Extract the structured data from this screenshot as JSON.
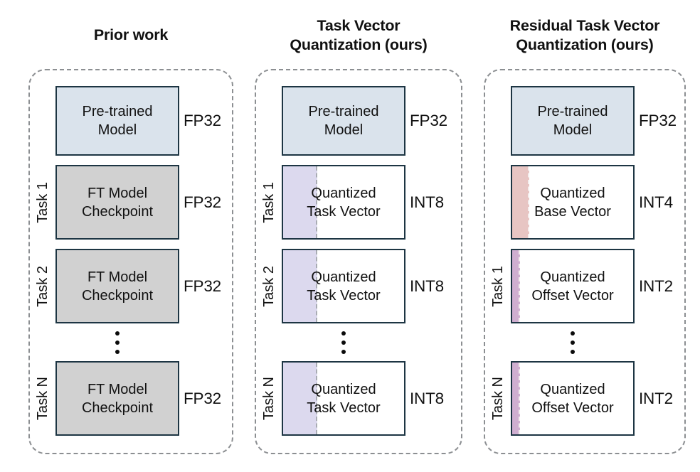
{
  "colors": {
    "text": "#111111",
    "box_border": "#1d3543",
    "pretrained_fill": "#dae3ec",
    "checkpoint_fill": "#d1d1d1",
    "task_vector_strip": "#dcd9ee",
    "base_vector_strip": "#e7c5c3",
    "offset_vector_strip": "#cfaed0",
    "dashed_border": "#8c8f92"
  },
  "panels": [
    {
      "id": "prior-work",
      "title_lines": [
        "Prior work",
        ""
      ],
      "rows": [
        {
          "kind": "box",
          "task": "",
          "lines": [
            "Pre-trained",
            "Model"
          ],
          "format": "FP32"
        },
        {
          "kind": "box",
          "task": "Task 1",
          "lines": [
            "FT Model",
            "Checkpoint"
          ],
          "format": "FP32"
        },
        {
          "kind": "box",
          "task": "Task 2",
          "lines": [
            "FT Model",
            "Checkpoint"
          ],
          "format": "FP32"
        },
        {
          "kind": "dots"
        },
        {
          "kind": "box",
          "task": "Task N",
          "lines": [
            "FT Model",
            "Checkpoint"
          ],
          "format": "FP32"
        }
      ]
    },
    {
      "id": "task-vector-quantization",
      "title_lines": [
        "Task Vector",
        "Quantization (ours)"
      ],
      "rows": [
        {
          "kind": "box",
          "task": "",
          "lines": [
            "Pre-trained",
            "Model"
          ],
          "format": "FP32"
        },
        {
          "kind": "box",
          "task": "Task 1",
          "lines": [
            "Quantized",
            "Task Vector"
          ],
          "format": "INT8"
        },
        {
          "kind": "box",
          "task": "Task 2",
          "lines": [
            "Quantized",
            "Task Vector"
          ],
          "format": "INT8"
        },
        {
          "kind": "dots"
        },
        {
          "kind": "box",
          "task": "Task N",
          "lines": [
            "Quantized",
            "Task Vector"
          ],
          "format": "INT8"
        }
      ]
    },
    {
      "id": "residual-task-vector-quantization",
      "title_lines": [
        "Residual Task Vector",
        "Quantization (ours)"
      ],
      "rows": [
        {
          "kind": "box",
          "task": "",
          "lines": [
            "Pre-trained",
            "Model"
          ],
          "format": "FP32"
        },
        {
          "kind": "box",
          "task": "",
          "lines": [
            "Quantized",
            "Base Vector"
          ],
          "format": "INT4"
        },
        {
          "kind": "box",
          "task": "Task 1",
          "lines": [
            "Quantized",
            "Offset Vector"
          ],
          "format": "INT2"
        },
        {
          "kind": "dots"
        },
        {
          "kind": "box",
          "task": "Task N",
          "lines": [
            "Quantized",
            "Offset Vector"
          ],
          "format": "INT2"
        }
      ]
    }
  ]
}
